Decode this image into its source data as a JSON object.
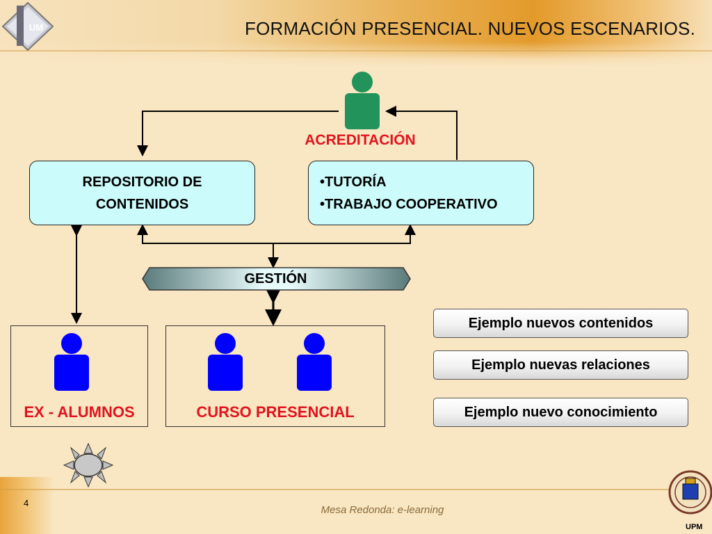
{
  "slide": {
    "title": "FORMACIÓN PRESENCIAL. NUEVOS ESCENARIOS.",
    "page_number": "4",
    "footer": "Mesa Redonda: e-learning",
    "university": "UPM",
    "logo_text": "UM"
  },
  "diagram": {
    "acreditacion": "ACREDITACIÓN",
    "repositorio": {
      "line1": "REPOSITORIO DE",
      "line2": "CONTENIDOS"
    },
    "tutoria": {
      "line1": "•TUTORÍA",
      "line2": "•TRABAJO COOPERATIVO"
    },
    "gestion": "GESTIÓN",
    "ex_alumnos": "EX - ALUMNOS",
    "curso_presencial": "CURSO PRESENCIAL"
  },
  "examples": [
    {
      "label": "Ejemplo nuevos contenidos"
    },
    {
      "label": "Ejemplo nuevas relaciones"
    },
    {
      "label": "Ejemplo nuevo conocimiento"
    }
  ],
  "colors": {
    "background": "#f9e6c3",
    "node_fill": "#ccfbfb",
    "person_green": "#22935a",
    "person_blue": "#0000ff",
    "label_red": "#e0141e"
  },
  "icons": {
    "acreditacion_person": "person-icon",
    "ex_alumnos_person": "person-icon",
    "curso_person": "person-icon",
    "action_sun": "sun-action-icon"
  }
}
